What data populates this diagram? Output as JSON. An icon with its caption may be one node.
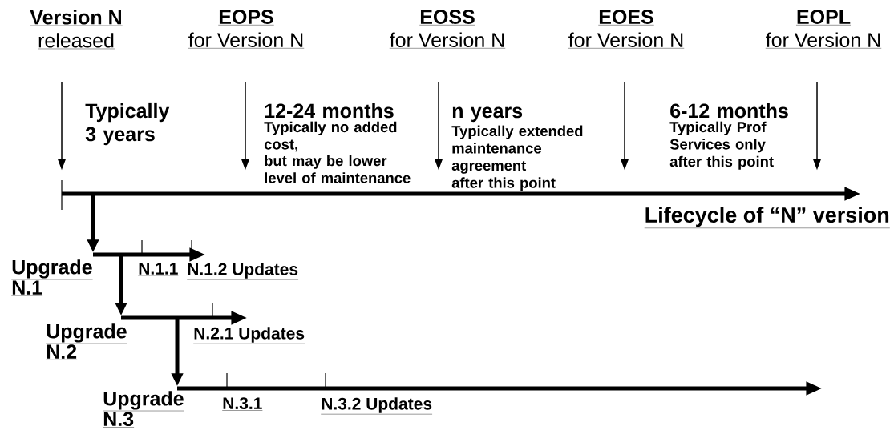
{
  "diagram": {
    "nodes": [
      {
        "text": [
          "Version N",
          "released"
        ]
      },
      {
        "text": [
          "EOPS",
          "for Version N"
        ]
      },
      {
        "text": [
          "EOSS",
          "for Version N"
        ]
      },
      {
        "text": [
          "EOES",
          "for Version N"
        ]
      },
      {
        "text": [
          "EOPL",
          "for Version N"
        ]
      },
      {
        "text": [],
        "shape": "bar",
        "beside": [
          "Lifecycle of “N” version"
        ]
      },
      {
        "text": [],
        "shape": "bar",
        "beside": [
          "Upgrade N.1"
        ]
      },
      {
        "text": [],
        "shape": "bar",
        "beside": [
          "Upgrade N.2"
        ]
      },
      {
        "text": [],
        "shape": "bar",
        "beside": [
          "Upgrade N.3"
        ]
      }
    ],
    "edges": [
      {
        "from": null,
        "to": 5,
        "arrow": "to"
      },
      {
        "from": null,
        "to": 5,
        "arrow": "to"
      },
      {
        "from": null,
        "to": 5,
        "arrow": "to"
      },
      {
        "from": null,
        "to": 5,
        "arrow": "to"
      },
      {
        "from": null,
        "to": 5,
        "arrow": "to"
      },
      {
        "from": 5,
        "to": 6,
        "arrow": "to",
        "style": "thick"
      },
      {
        "from": 6,
        "to": 7,
        "arrow": "to",
        "style": "thick"
      },
      {
        "from": 7,
        "to": 8,
        "arrow": "to",
        "style": "thick"
      }
    ],
    "labels": [
      "Typically 3 years",
      "12-24 months",
      "Typically no added cost,",
      "but may be lower level of maintenance",
      "n years",
      "Typically extended maintenance agreement",
      "after this point",
      "6-12 months",
      "Typically Prof Services only",
      "after this point",
      "N.1.1",
      "N.1.2 Updates",
      "N.2.1 Updates",
      "N.3.1",
      "N.3.2 Updates"
    ]
  }
}
